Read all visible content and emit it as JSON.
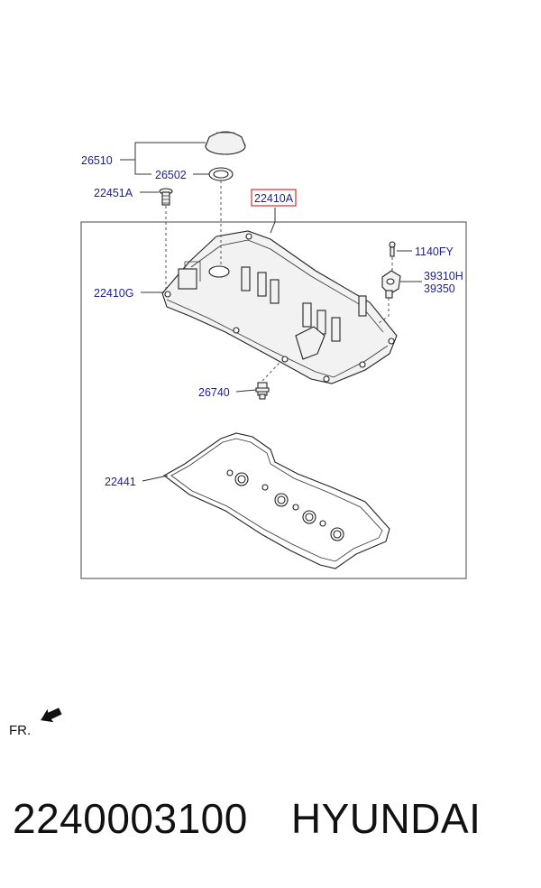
{
  "callouts": {
    "c26510": "26510",
    "c26502": "26502",
    "c22451A": "22451A",
    "c22410A": "22410A",
    "c1140FY": "1140FY",
    "c39310H": "39310H",
    "c39350": "39350",
    "c22410G": "22410G",
    "c26740": "26740",
    "c22441": "22441"
  },
  "direction_label": "FR.",
  "caption": {
    "part_number": "2240003100",
    "brand": "HYUNDAI"
  },
  "colors": {
    "label_text": "#1d1d8f",
    "highlight_box": "#d0302f"
  }
}
